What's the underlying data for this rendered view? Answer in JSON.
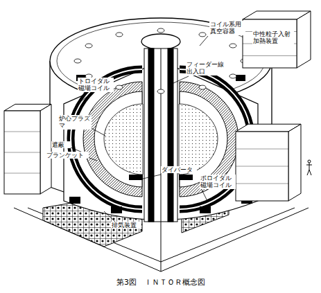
{
  "diagram": {
    "caption": "第3図　ＩＮＴＯＲ概念図",
    "labels": [
      "コイル系用真空容器",
      "中性粒子入射加熱装置",
      "フィーダー線出入口",
      "トロイダル磁場コイル",
      "炉心プラズマ",
      "遮蔽",
      "ブランケット",
      "ダイバータ",
      "ポロイダル磁場コイル",
      "排気装置"
    ]
  }
}
